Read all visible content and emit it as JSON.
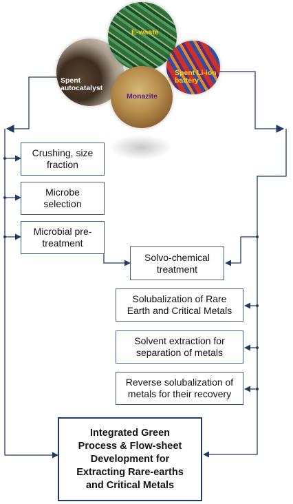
{
  "sources": {
    "ewaste": "E-waste",
    "spent_autocatalyst": "Spent\nautocatalyst",
    "spent_liion": "Spent Li-ion\nbattery",
    "monazite": "Monazite"
  },
  "steps": {
    "crushing": "Crushing, size\nfraction",
    "microbe": "Microbe\nselection",
    "pretreatment": "Microbial pre-\ntreatment",
    "solvo": "Solvo-chemical\ntreatment",
    "solubilization": "Solubalization of Rare\nEarth and Critical Metals",
    "solvent_extraction": "Solvent extraction for\nseparation of metals",
    "reverse": "Reverse solubalization of\nmetals for their recovery"
  },
  "final": "Integrated Green\nProcess & Flow-sheet\nDevelopment for\nExtracting Rare-earths\nand Critical Metals",
  "colors": {
    "line": "#1f3b63",
    "box_border": "#3a5a8c"
  }
}
